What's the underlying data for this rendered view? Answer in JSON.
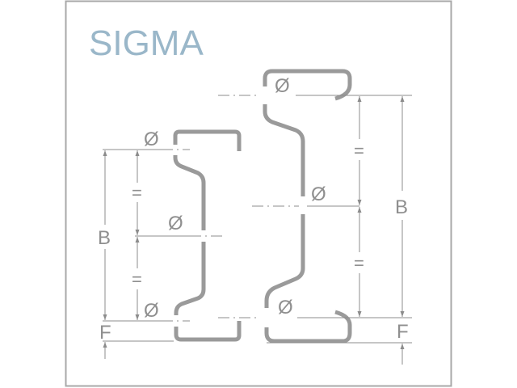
{
  "title": "SIGMA",
  "colors": {
    "title": "#9ab7c9",
    "profile": "#9a9a9a",
    "lines": "#8c8c8c",
    "frame": "#a8a8a8"
  },
  "small_profile": {
    "hole_labels": [
      "Ø",
      "Ø",
      "Ø"
    ],
    "equal_labels": [
      "=",
      "="
    ],
    "height_label": "B",
    "flange_label": "F"
  },
  "large_profile": {
    "hole_labels": [
      "Ø",
      "Ø",
      "Ø"
    ],
    "equal_labels": [
      "=",
      "="
    ],
    "height_label": "B",
    "flange_label": "F"
  }
}
